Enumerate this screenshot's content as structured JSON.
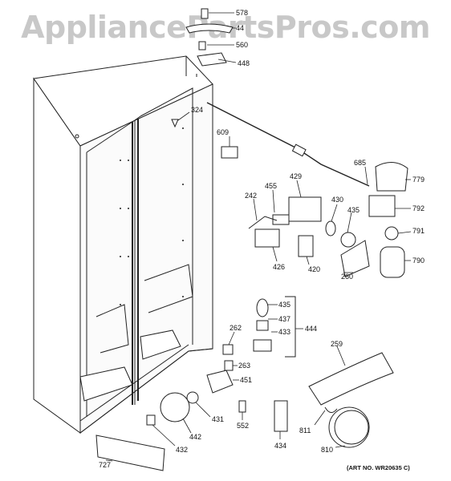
{
  "watermark": "AppliancePartsPros.com",
  "art_number": "(ART NO. WR20635 C)",
  "callouts": [
    {
      "id": "578",
      "text": "578"
    },
    {
      "id": "44",
      "text": "44"
    },
    {
      "id": "560",
      "text": "560"
    },
    {
      "id": "448",
      "text": "448"
    },
    {
      "id": "324",
      "text": "324"
    },
    {
      "id": "609",
      "text": "609"
    },
    {
      "id": "685",
      "text": "685"
    },
    {
      "id": "779",
      "text": "779"
    },
    {
      "id": "429",
      "text": "429"
    },
    {
      "id": "455",
      "text": "455"
    },
    {
      "id": "242",
      "text": "242"
    },
    {
      "id": "430",
      "text": "430"
    },
    {
      "id": "435a",
      "text": "435"
    },
    {
      "id": "792",
      "text": "792"
    },
    {
      "id": "791",
      "text": "791"
    },
    {
      "id": "790",
      "text": "790"
    },
    {
      "id": "426",
      "text": "426"
    },
    {
      "id": "420",
      "text": "420"
    },
    {
      "id": "260",
      "text": "260"
    },
    {
      "id": "435b",
      "text": "435"
    },
    {
      "id": "437",
      "text": "437"
    },
    {
      "id": "433",
      "text": "433"
    },
    {
      "id": "444",
      "text": "444"
    },
    {
      "id": "262",
      "text": "262"
    },
    {
      "id": "263",
      "text": "263"
    },
    {
      "id": "451",
      "text": "451"
    },
    {
      "id": "259",
      "text": "259"
    },
    {
      "id": "431",
      "text": "431"
    },
    {
      "id": "552",
      "text": "552"
    },
    {
      "id": "442",
      "text": "442"
    },
    {
      "id": "432",
      "text": "432"
    },
    {
      "id": "811",
      "text": "811"
    },
    {
      "id": "434",
      "text": "434"
    },
    {
      "id": "810",
      "text": "810"
    },
    {
      "id": "727",
      "text": "727"
    }
  ]
}
